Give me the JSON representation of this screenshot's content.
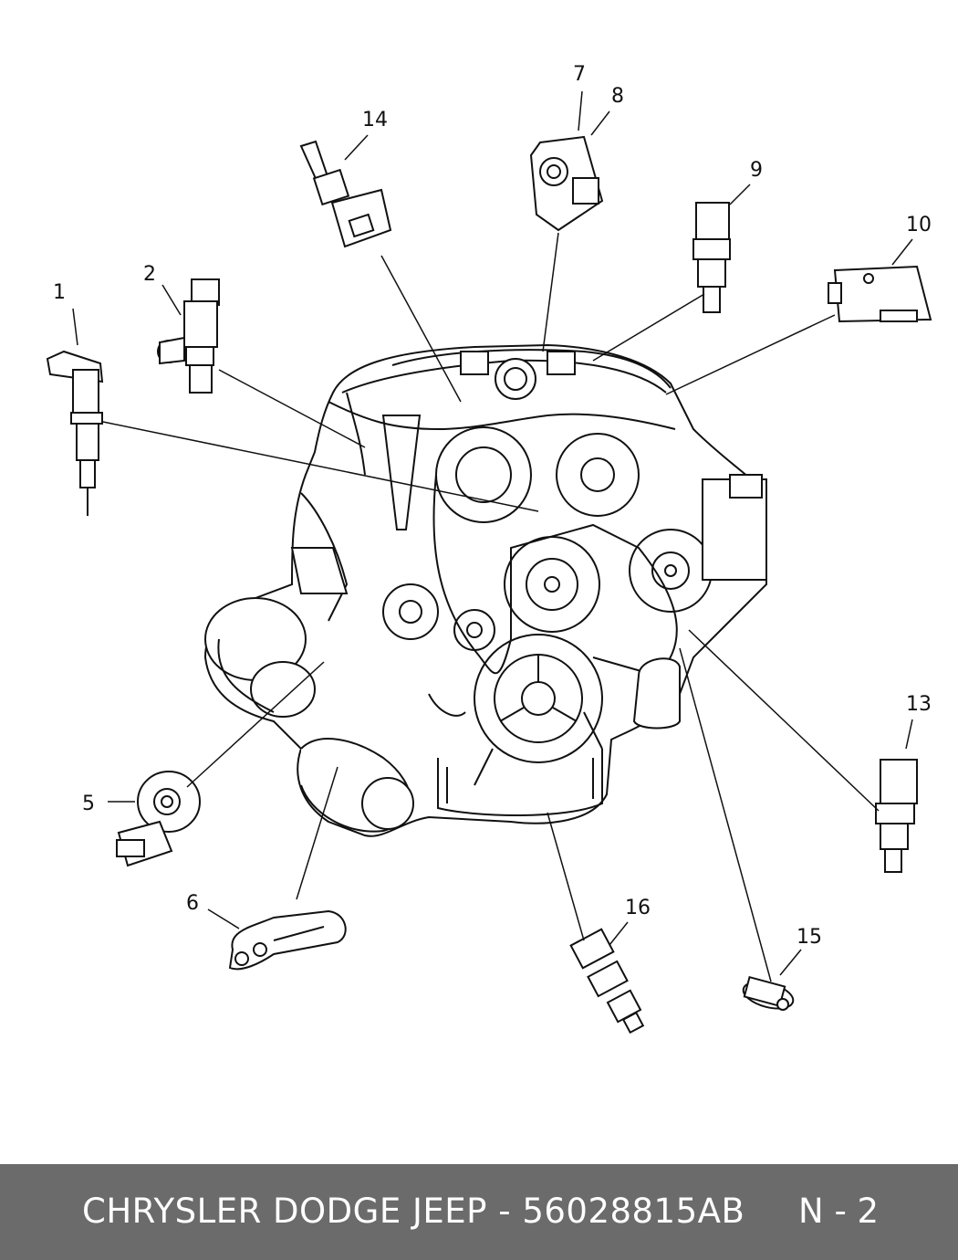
{
  "footer": {
    "title": "CHRYSLER DODGE JEEP - 56028815AB",
    "page": "N - 2"
  },
  "callouts": [
    "1",
    "2",
    "5",
    "6",
    "7",
    "8",
    "9",
    "10",
    "13",
    "14",
    "15",
    "16"
  ],
  "colors": {
    "footer_bg": "#6b6b6b",
    "footer_text": "#ffffff",
    "line": "#111111"
  }
}
